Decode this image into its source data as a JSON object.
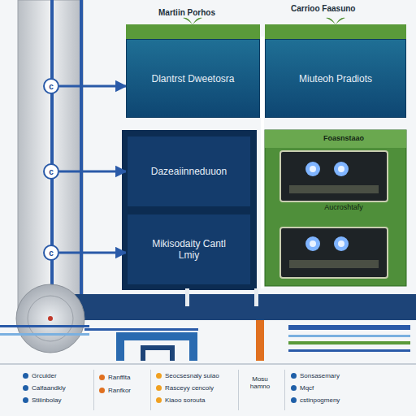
{
  "diagram": {
    "nodes": [
      {
        "text": [
          "c"
        ]
      },
      {
        "text": [
          "Dlantrst Dweetosra"
        ]
      },
      {
        "text": [
          "Miuteoh Pradiots"
        ]
      },
      {
        "text": [
          "c"
        ]
      },
      {
        "text": [
          "Dazeaiinneduuon"
        ]
      },
      {
        "text": [
          "Foasnstaao",
          "Aucroshtafy"
        ]
      },
      {
        "text": [
          "c"
        ]
      },
      {
        "text": [
          "Mikisodaity Cantl Lmiy"
        ]
      }
    ],
    "edges": [
      {
        "from": 0,
        "to": 1,
        "arrow": "to"
      },
      {
        "from": 3,
        "to": 4,
        "arrow": "to"
      },
      {
        "from": 6,
        "to": 7,
        "arrow": "to"
      }
    ],
    "labels": [
      "Martiin Porhos",
      "Carrioo Faasuno",
      "Mosu hamno"
    ],
    "legend": [
      {
        "text": "Grcuider",
        "color": "#1f5fa8"
      },
      {
        "text": "Calfaandkly",
        "color": "#1f5fa8"
      },
      {
        "text": "Stiiinbolay",
        "color": "#1f5fa8"
      },
      {
        "text": "Ranfflta",
        "color": "#e07020"
      },
      {
        "text": "Ranfkor",
        "color": "#e07020"
      },
      {
        "text": "Seocsesnaly suiao",
        "color": "#f0a020"
      },
      {
        "text": "Rasceyy cencoiy",
        "color": "#f0a020"
      },
      {
        "text": "Kiaoo sorouta",
        "color": "#f0a020"
      },
      {
        "text": "Sonsasemary",
        "color": "#1f5fa8"
      },
      {
        "text": "Mqcf",
        "color": "#1f5fa8"
      },
      {
        "text": "cstinpogmeny",
        "color": "#1f5fa8"
      }
    ]
  }
}
